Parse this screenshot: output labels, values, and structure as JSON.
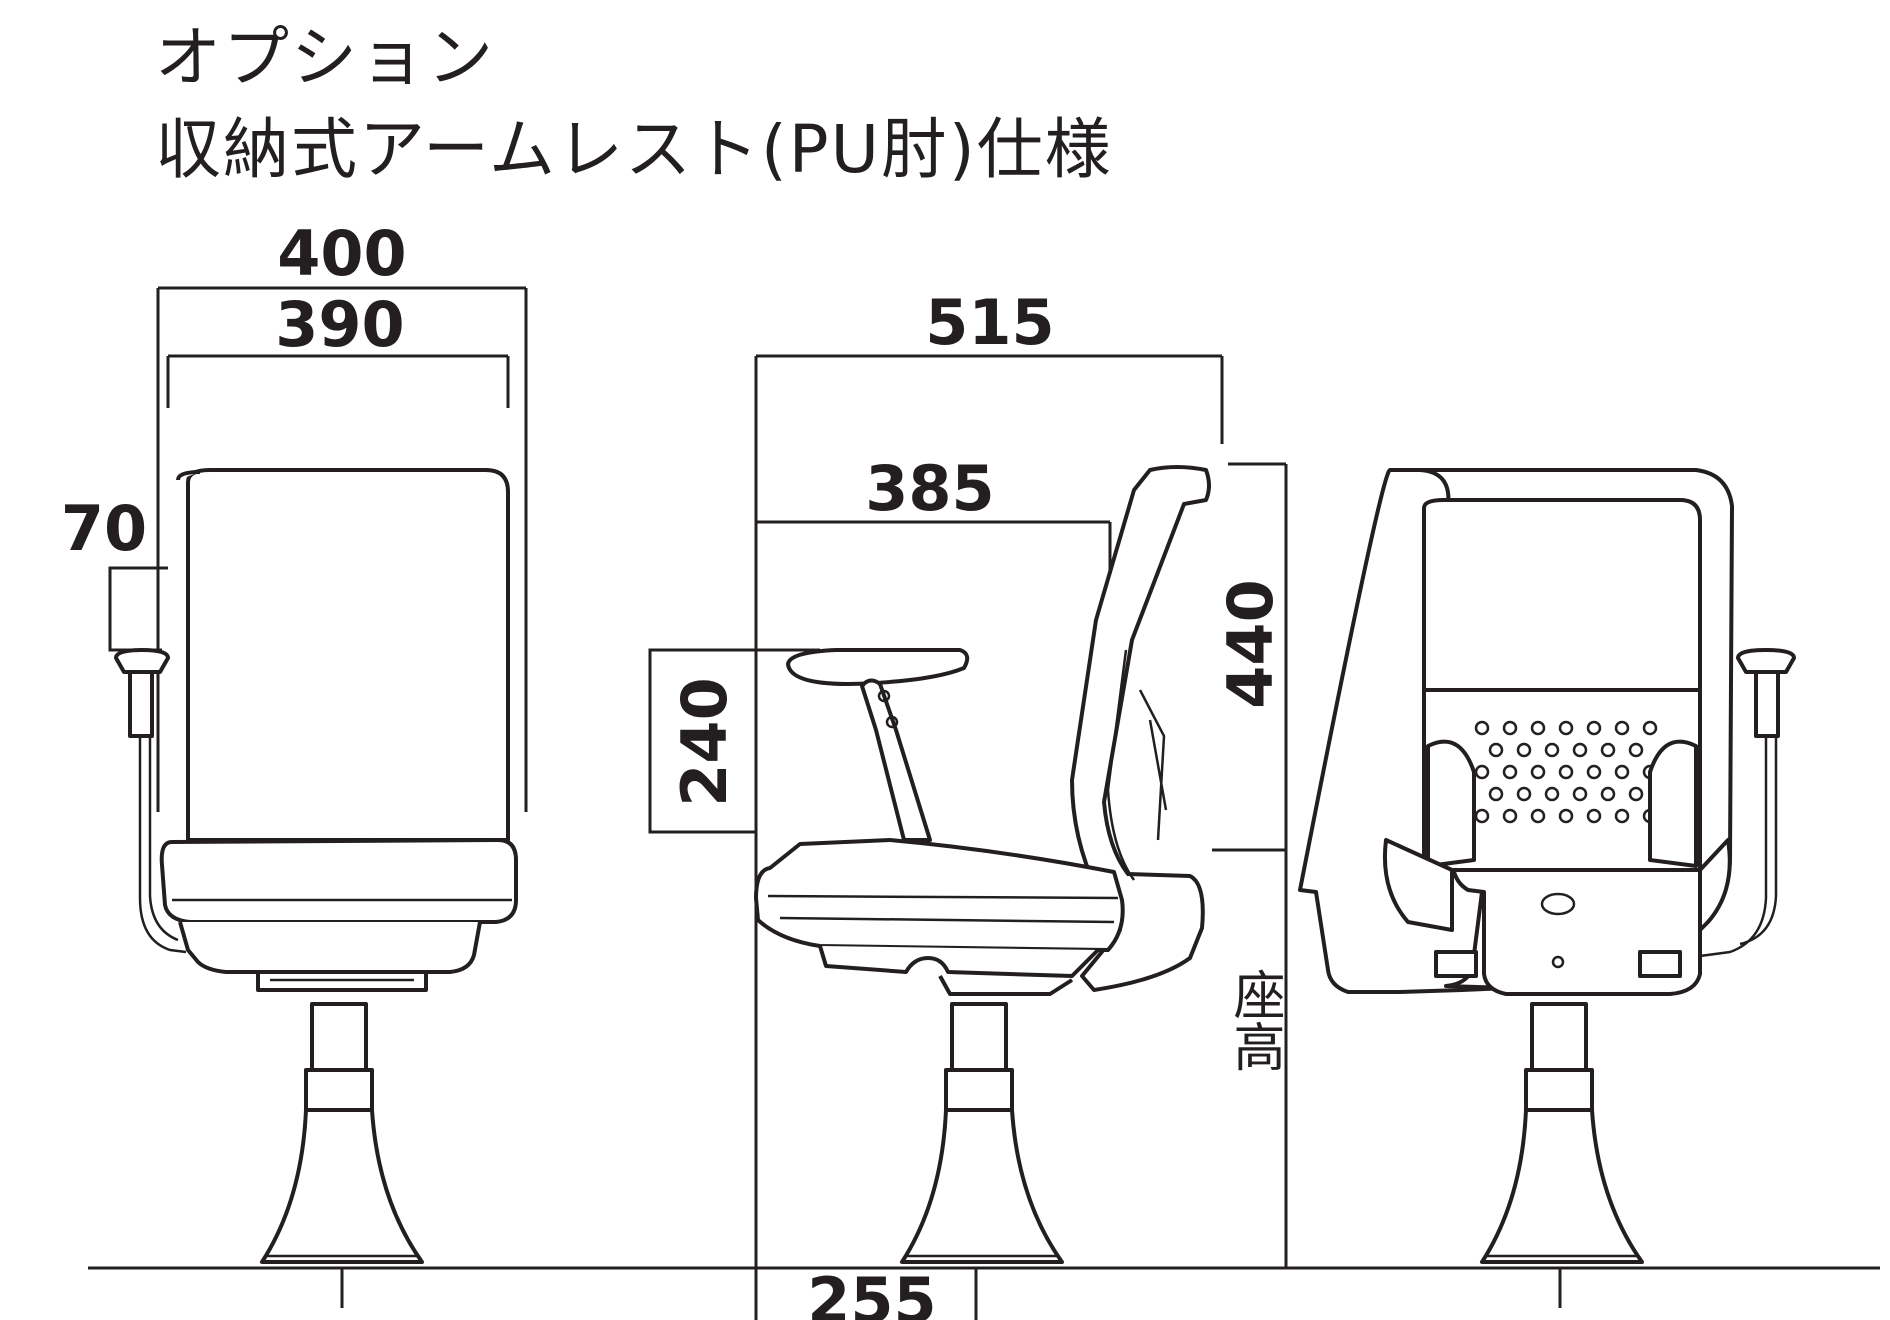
{
  "title": {
    "line1": "オプション",
    "line2": "収納式アームレスト(PU肘)仕様"
  },
  "dimensions": {
    "overall_width": "400",
    "back_width": "390",
    "armrest_offset": "70",
    "overall_depth": "515",
    "seat_depth": "385",
    "armrest_height": "240",
    "back_height": "440",
    "base_depth": "255"
  },
  "labels": {
    "seat_height": "座高"
  },
  "colors": {
    "line": "#231f20",
    "background": "#ffffff"
  }
}
